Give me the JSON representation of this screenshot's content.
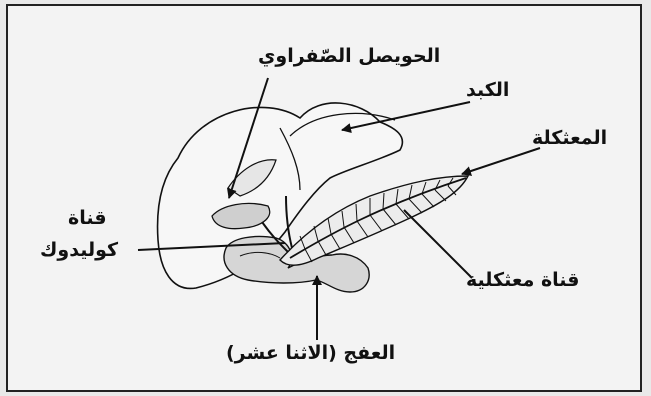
{
  "labels": {
    "gallbladder": "الحويصل الصّفراوي",
    "liver": "الكبد",
    "pancreas": "المعثكلة",
    "common_duct_line1": "قناة",
    "common_duct_line2": "كوليدوك",
    "pancreatic_duct": "قناة معثكلية",
    "duodenum": "العفج (الاثنا عشر)"
  }
}
